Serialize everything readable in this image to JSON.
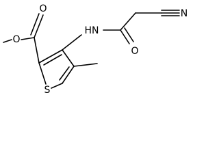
{
  "molecule": {
    "atoms": {
      "ester_carbonyl_o": "O",
      "ester_o": "O",
      "amide_n": "HN",
      "amide_o": "O",
      "nitrile_n": "N",
      "ring_s": "S"
    },
    "colors": {
      "bond": "#000000",
      "label": "#000000"
    }
  }
}
